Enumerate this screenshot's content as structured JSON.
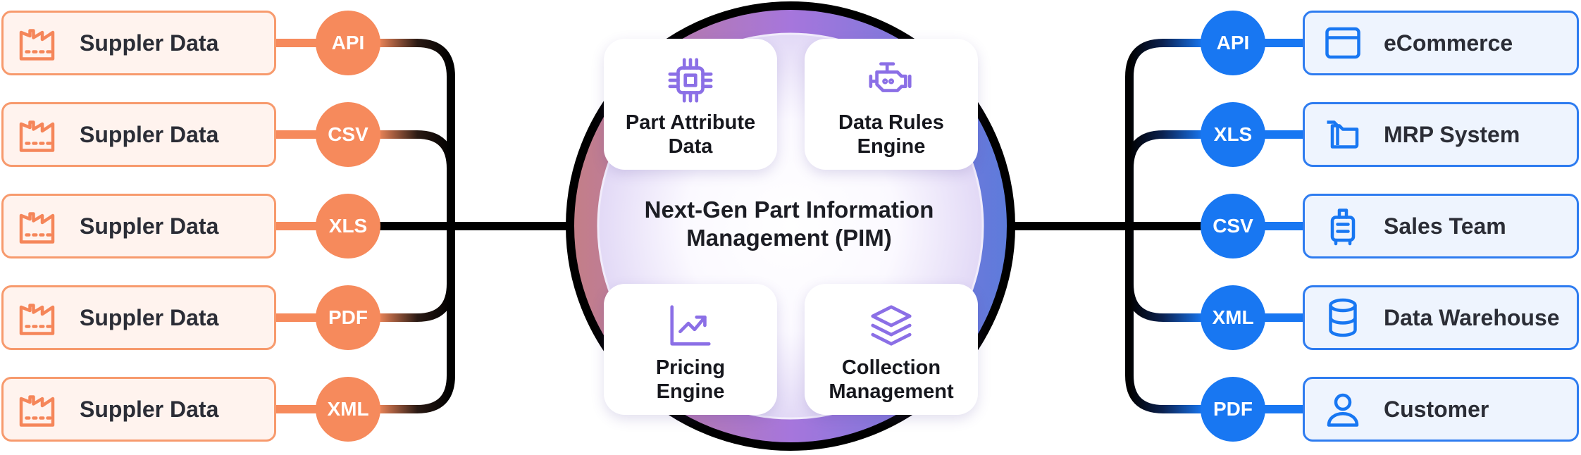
{
  "center": {
    "title": "Next-Gen Part Information Management (PIM)"
  },
  "sources": [
    {
      "label": "Suppler Data",
      "format": "API",
      "icon": "factory-icon"
    },
    {
      "label": "Suppler Data",
      "format": "CSV",
      "icon": "factory-icon"
    },
    {
      "label": "Suppler Data",
      "format": "XLS",
      "icon": "factory-icon"
    },
    {
      "label": "Suppler Data",
      "format": "PDF",
      "icon": "factory-icon"
    },
    {
      "label": "Suppler Data",
      "format": "XML",
      "icon": "factory-icon"
    }
  ],
  "modules": [
    {
      "label": "Part Attribute\nData",
      "icon": "chip-icon"
    },
    {
      "label": "Data Rules\nEngine",
      "icon": "engine-icon"
    },
    {
      "label": "Pricing\nEngine",
      "icon": "trend-chart-icon"
    },
    {
      "label": "Collection\nManagement",
      "icon": "layers-icon"
    }
  ],
  "destinations": [
    {
      "label": "eCommerce",
      "format": "API",
      "icon": "browser-window-icon"
    },
    {
      "label": "MRP System",
      "format": "XLS",
      "icon": "folders-icon"
    },
    {
      "label": "Sales Team",
      "format": "CSV",
      "icon": "luggage-icon"
    },
    {
      "label": "Data Warehouse",
      "format": "XML",
      "icon": "database-icon"
    },
    {
      "label": "Customer",
      "format": "PDF",
      "icon": "user-icon"
    }
  ],
  "colors": {
    "source_accent": "#f68a5c",
    "source_fill": "#fff3ee",
    "destination_accent": "#1877f2",
    "destination_fill": "#eef4fe",
    "module_icon": "#8b6fe6",
    "hub_ring": "#000000"
  }
}
